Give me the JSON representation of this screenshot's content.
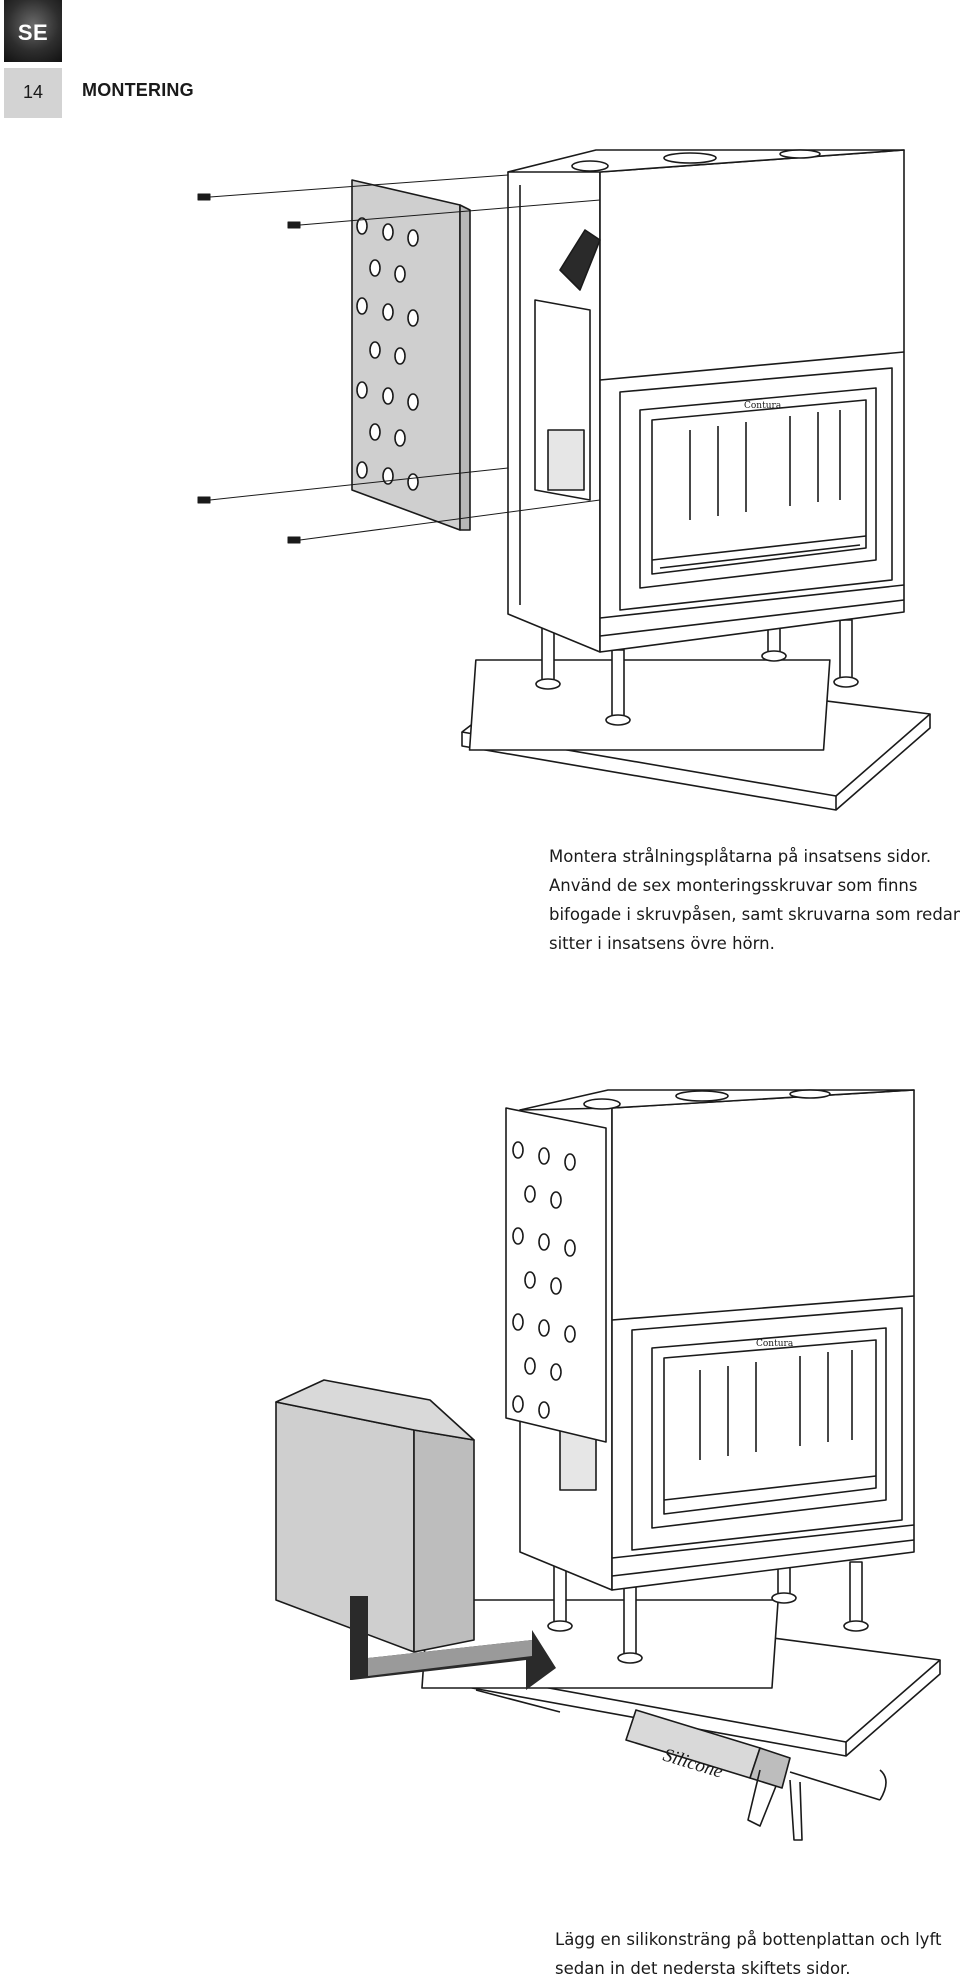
{
  "header": {
    "language_code": "SE",
    "page_number": "14",
    "section_title": "MONTERING"
  },
  "figure1": {
    "brand_label": "Contura",
    "caption_lines": [
      "Montera strålningsplåtarna på insatsens sidor.",
      "Använd de sex monteringsskruvar som finns",
      "bifogade i skruvpåsen, samt skruvarna som redan",
      "sitter i insatsens övre hörn."
    ]
  },
  "figure2": {
    "brand_label": "Contura",
    "silicone_label": "Silicone",
    "caption_lines": [
      "Lägg en silikonsträng på bottenplattan och lyft",
      "sedan in det nedersta skiftets sidor."
    ]
  },
  "colors": {
    "panel_gray": "#cfcfcf",
    "line": "#1a1a1a",
    "header_box": "#2e2e2e",
    "page_box": "#d3d3d3"
  }
}
